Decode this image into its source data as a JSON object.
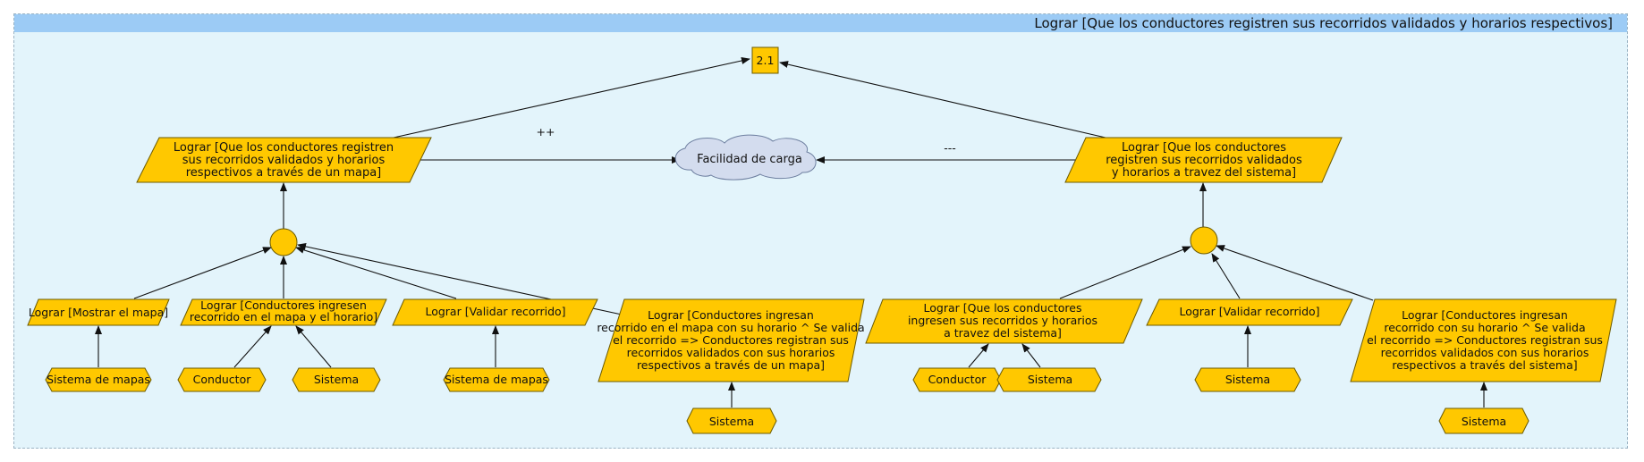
{
  "title": "Lograr [Que los conductores registren sus recorridos validados y horarios respectivos]",
  "top_node": "2.1",
  "softgoal": "Facilidad de carga",
  "contrib_left": "++",
  "contrib_right": "---",
  "left": {
    "goal": [
      "Lograr [Que los conductores registren",
      "sus recorridos validados y horarios",
      "respectivos a través de un mapa]"
    ],
    "sub1": "Lograr [Mostrar el mapa]",
    "sub2": [
      "Lograr [Conductores ingresen",
      "recorrido en el mapa y el horario]"
    ],
    "sub3": "Lograr [Validar recorrido]",
    "sub4": [
      "Lograr [Conductores ingresan",
      "recorrido en el mapa con su horario ^ Se valida",
      "el recorrido => Conductores registran sus",
      "recorridos validados con sus horarios",
      "respectivos a través de un mapa]"
    ],
    "agent1": "Sistema de mapas",
    "agent2": "Conductor",
    "agent3": "Sistema",
    "agent4": "Sistema de mapas",
    "agent5": "Sistema"
  },
  "right": {
    "goal": [
      "Lograr [Que los conductores",
      "registren sus recorridos validados",
      "y horarios a travez del sistema]"
    ],
    "sub1": [
      "Lograr [Que los conductores",
      "ingresen sus recorridos y horarios",
      "a travez del sistema]"
    ],
    "sub2": "Lograr [Validar recorrido]",
    "sub3": [
      "Lograr [Conductores ingresan",
      "recorrido con su horario ^ Se valida",
      "el recorrido => Conductores registran sus",
      "recorridos validados con sus horarios",
      "respectivos a través del sistema]"
    ],
    "agent1": "Conductor",
    "agent2": "Sistema",
    "agent3": "Sistema",
    "agent4": "Sistema"
  }
}
